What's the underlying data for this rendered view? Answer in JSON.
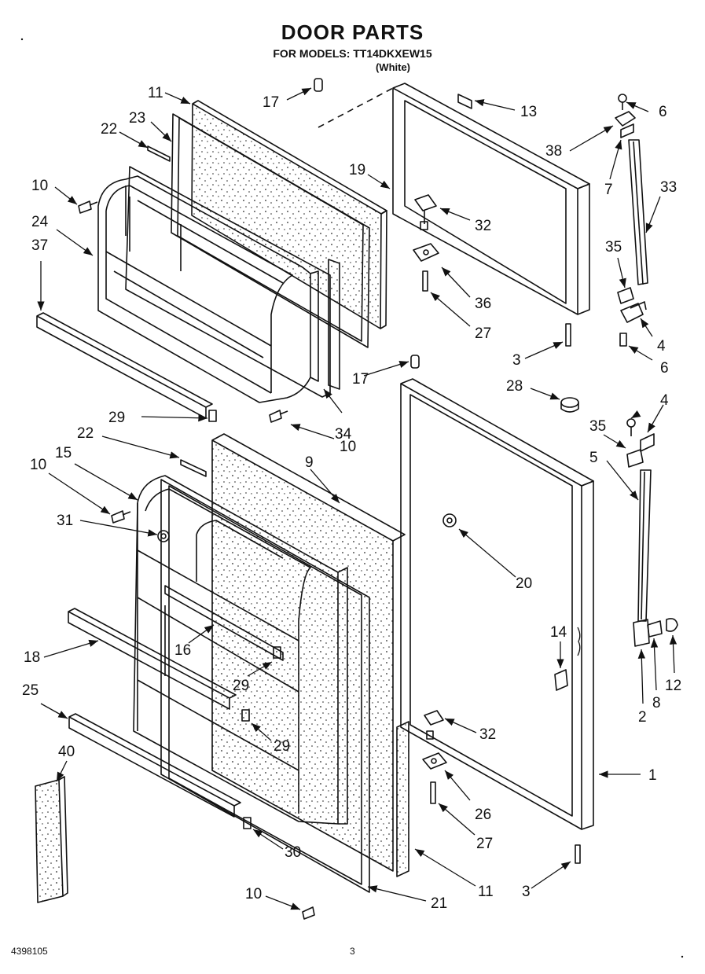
{
  "header": {
    "title": "DOOR PARTS",
    "models_line": "FOR MODELS: TT14DKXEW15",
    "color_note": "(White)"
  },
  "footer": {
    "doc_number": "4398105",
    "page_number": "3"
  },
  "callouts": {
    "c1": "1",
    "c2": "2",
    "c3a": "3",
    "c3b": "3",
    "c4a": "4",
    "c4b": "4",
    "c5": "5",
    "c6a": "6",
    "c6b": "6",
    "c7": "7",
    "c8": "8",
    "c9": "9",
    "c10a": "10",
    "c10b": "10",
    "c10c": "10",
    "c10d": "10",
    "c11a": "11",
    "c11b": "11",
    "c12": "12",
    "c13": "13",
    "c14": "14",
    "c15": "15",
    "c16": "16",
    "c17a": "17",
    "c17b": "17",
    "c18": "18",
    "c19": "19",
    "c20": "20",
    "c21": "21",
    "c22a": "22",
    "c22b": "22",
    "c23": "23",
    "c24": "24",
    "c25": "25",
    "c26": "26",
    "c27a": "27",
    "c27b": "27",
    "c28": "28",
    "c29a": "29",
    "c29b": "29",
    "c29c": "29",
    "c30": "30",
    "c31": "31",
    "c32a": "32",
    "c32b": "32",
    "c33": "33",
    "c34": "34",
    "c35a": "35",
    "c35b": "35",
    "c36": "36",
    "c37": "37",
    "c38": "38",
    "c40": "40"
  }
}
